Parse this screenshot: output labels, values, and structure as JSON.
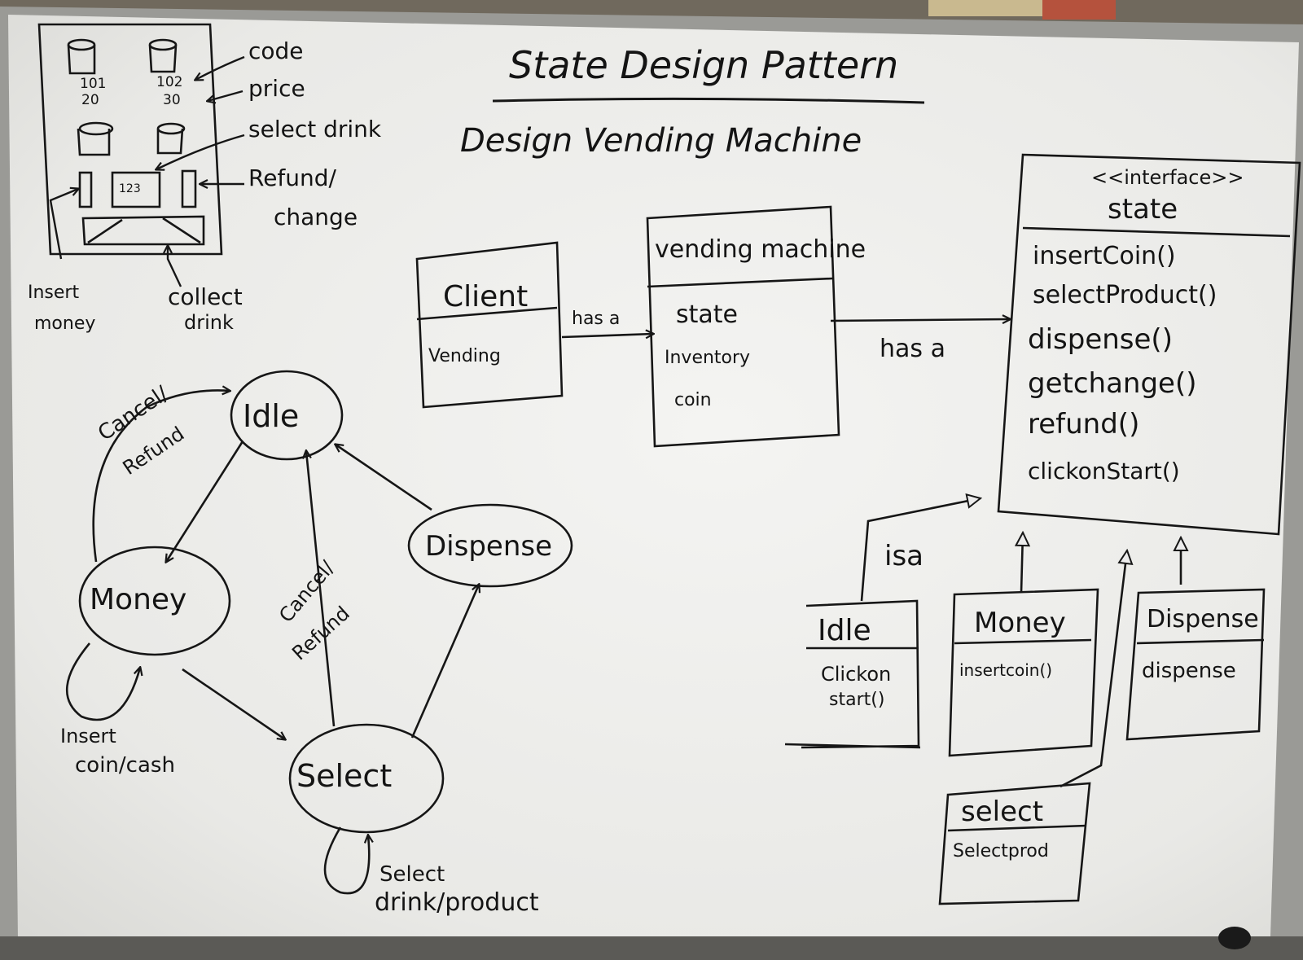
{
  "title": "State Design Pattern",
  "subtitle": "Design Vending Machine",
  "machine_sketch": {
    "slot1_code": "101",
    "slot1_price": "20",
    "slot2_code": "102",
    "slot2_price": "30",
    "keypad": "123",
    "annotations": {
      "code": "code",
      "price": "price",
      "select_drink": "select drink",
      "refund_line1": "Refund/",
      "refund_line2": "change",
      "insert_line1": "Insert",
      "insert_line2": "money",
      "collect_line1": "collect",
      "collect_line2": "drink"
    }
  },
  "class_diagram": {
    "client": {
      "name": "Client",
      "field": "Vending"
    },
    "vending_machine": {
      "name": "vending machine",
      "fields": [
        "state",
        "Inventory",
        "coin"
      ]
    },
    "client_to_vm": "has a",
    "vm_to_state": "has a",
    "state_interface": {
      "stereotype": "<<interface>>",
      "name": "state",
      "methods": [
        "insertCoin()",
        "selectProduct()",
        "dispense()",
        "getchange()",
        "refund()",
        "clickonStart()"
      ]
    },
    "isa_label": "isa",
    "implementations": [
      {
        "name": "Idle",
        "methods": [
          "Clickon",
          "start()"
        ]
      },
      {
        "name": "Money",
        "methods": [
          "insertcoin()"
        ]
      },
      {
        "name": "Dispense",
        "methods": [
          "dispense"
        ]
      },
      {
        "name": "select",
        "methods": [
          "Selectprod"
        ]
      }
    ]
  },
  "state_diagram": {
    "states": {
      "idle": "Idle",
      "money": "Money",
      "select": "Select",
      "dispense": "Dispense"
    },
    "transitions": {
      "cancel_refund_1_line1": "Cancel/",
      "cancel_refund_1_line2": "Refund",
      "cancel_refund_2_line1": "Cancel/",
      "cancel_refund_2_line2": "Refund",
      "insert_coin_line1": "Insert",
      "insert_coin_line2": "coin/cash",
      "select_drink_line1": "Select",
      "select_drink_line2": "drink/product"
    }
  }
}
